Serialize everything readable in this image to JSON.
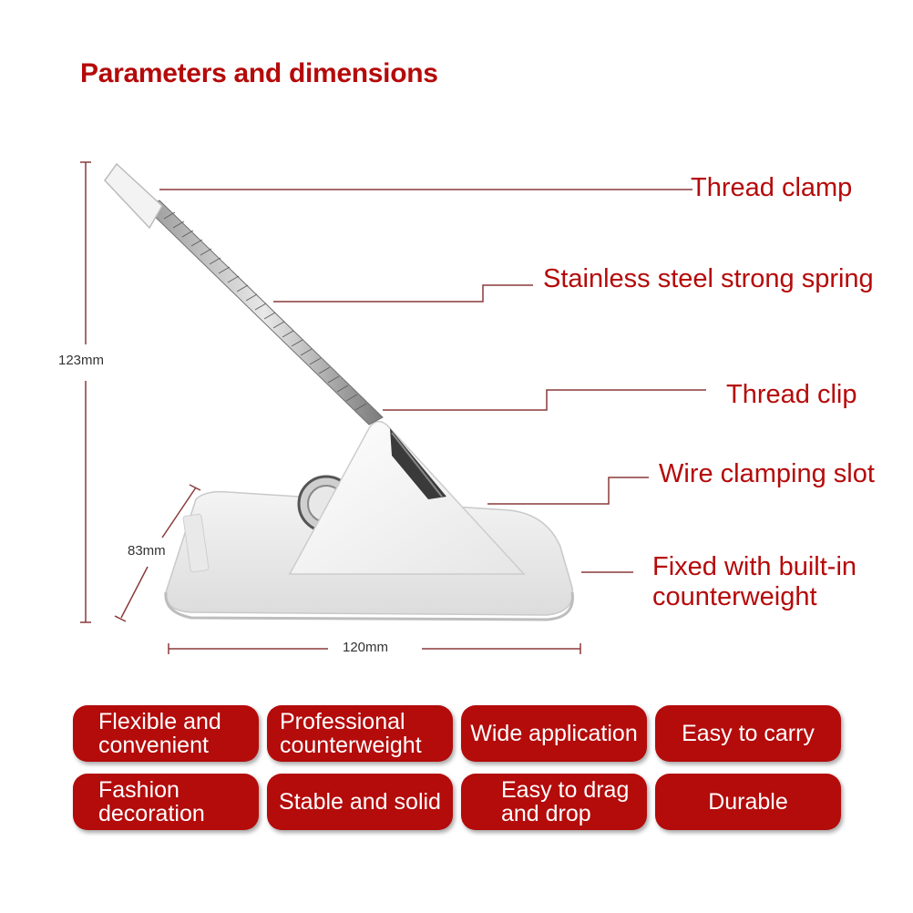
{
  "title": "Parameters and dimensions",
  "callouts": {
    "thread_clamp": "Thread clamp",
    "spring": "Stainless steel strong spring",
    "thread_clip": "Thread clip",
    "wire_slot": "Wire clamping slot",
    "counterweight_line1": "Fixed with built-in",
    "counterweight_line2": "counterweight"
  },
  "dimensions": {
    "height": "123mm",
    "depth": "83mm",
    "width": "120mm"
  },
  "features": [
    "Flexible and\nconvenient",
    "Professional\ncounterweight",
    "Wide application",
    "Easy to carry",
    "Fashion\ndecoration",
    "Stable and solid",
    "Easy to drag\nand drop",
    "Durable"
  ],
  "colors": {
    "accent": "#b50a0a",
    "pill": "#b40b0b",
    "leader_line": "#8a3a3a"
  }
}
